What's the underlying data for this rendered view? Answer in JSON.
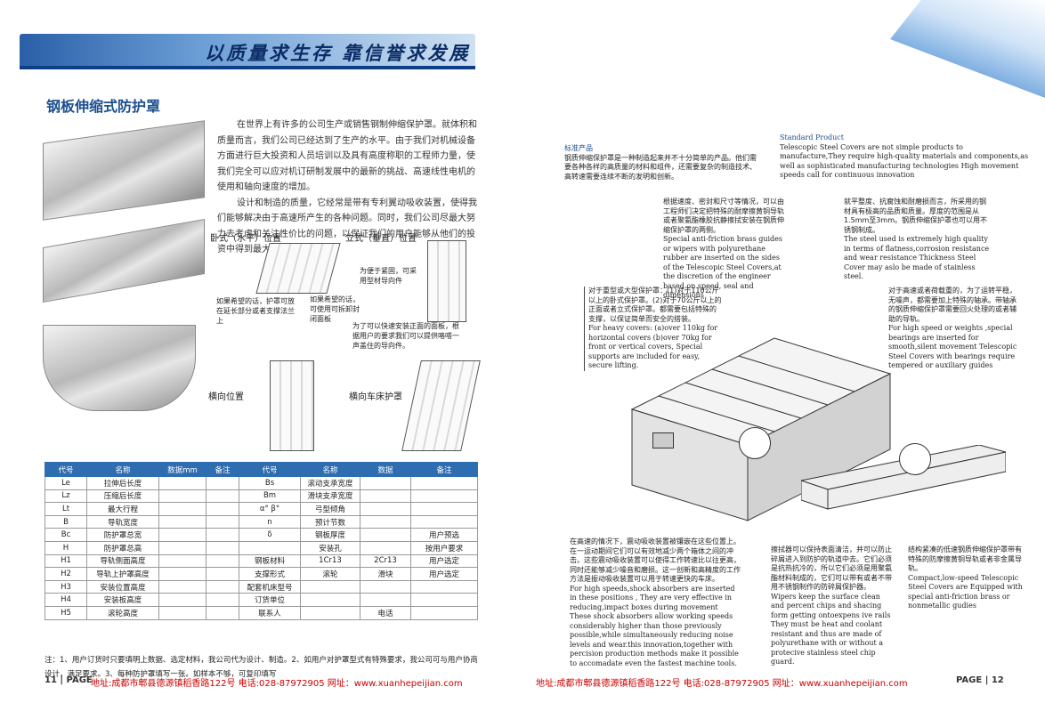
{
  "banner": {
    "slogan": "以质量求生存 靠信誉求发展"
  },
  "left": {
    "title": "钢板伸缩式防护罩",
    "intro_p1": "在世界上有许多的公司生产或销售钢制伸缩保护罩。就体积和质量而言，我们公司已经达到了生产的水平。由于我们对机械设备方面进行巨大投资和人员培训以及具有高度称职的工程师力量，使我们完全可以应对机订研制发展中的最新的挑战、高速线性电机的使用和轴向速度的增加。",
    "intro_p2": "设计和制造的质量，它经常是带有专利翼动吸收装置，使得我们能够解决由于高速所产生的各种问题。同时，我们公司尽最大努力去考虑和关注性价比的问题，以保证我们的用户能够从他们的投资中得到最大的受益和回报。",
    "labels": {
      "horizontal": "卧式（水平）位置",
      "vertical": "立式（垂直）位置",
      "lateral": "横向位置",
      "lathe": "横向车床护罩"
    },
    "notes": {
      "n1": "如果希望的话，护罩可放在延长部分或者支撑法兰上",
      "n2": "如果希望的话，可使用可拆卸封闭面板",
      "n3": "为便于紧固，可采用型材导向件",
      "n4": "为了可以快速安装正面的面板，根据用户的要求我们可以提供咯嗒一声盖住的导向件。"
    }
  },
  "table": {
    "headers": [
      "代号",
      "名称",
      "数据mm",
      "备注",
      "代号",
      "名称",
      "数据",
      "备注"
    ],
    "rows": [
      [
        "Le",
        "拉伸后长度",
        "",
        "",
        "Bs",
        "滚动支承宽度",
        "",
        ""
      ],
      [
        "Lz",
        "压缩后长度",
        "",
        "",
        "Bm",
        "滑块支承宽度",
        "",
        ""
      ],
      [
        "Lt",
        "最大行程",
        "",
        "",
        "α° β°",
        "弓型倾角",
        "",
        ""
      ],
      [
        "B",
        "导轨宽度",
        "",
        "",
        "n",
        "预计节数",
        "",
        ""
      ],
      [
        "Bc",
        "防护罩总宽",
        "",
        "",
        "δ",
        "钢板厚度",
        "",
        "用户预选"
      ],
      [
        "H",
        "防护罩总高",
        "",
        "",
        "",
        "安装孔",
        "",
        "按用户要求"
      ],
      [
        "H1",
        "导轨侧面高度",
        "",
        "",
        "钢板材料",
        "1Cr13",
        "2Cr13",
        "用户选定"
      ],
      [
        "H2",
        "导轨上护罩高度",
        "",
        "",
        "支撑形式",
        "滚轮",
        "滑块",
        "用户选定"
      ],
      [
        "H3",
        "安装位置高度",
        "",
        "",
        "配套机床型号",
        "",
        "",
        ""
      ],
      [
        "H4",
        "安装板高度",
        "",
        "",
        "订货单位",
        "",
        "",
        ""
      ],
      [
        "H5",
        "滚轮高度",
        "",
        "",
        "联系人",
        "",
        "电话",
        ""
      ]
    ],
    "note": "注：1、用户订货时只要填明上数据、选定材料，我公司代为设计、制造。2、如用户对护罩型式有特殊要求，我公司可与用户协商设计，满足要求。3、每种防护罩填写一张。如样本不够，可复印填写"
  },
  "footer": {
    "left_page": "11",
    "left_page_label": "PAGE",
    "address": "地址:成都市郫县德源镇稻香路122号 电话:028-87972905 网址：www.xuanhepeijian.com",
    "right_page_label": "PAGE",
    "right_page": "12"
  },
  "right": {
    "std_cn_head": "标准产品",
    "std_cn": "钢质伸缩保护罩是一种制造起来并不十分简单的产品。他们需要各种各样的高质量的材料和组件，还需要复杂的制造技术、高转速需要连续不断的发明和创新。",
    "std_en_head": "Standard Product",
    "std_en": "Telescopic Steel Covers are not simple products to manufacture,They require high-quality materials and components,as well as sophisticated manufacturing technologies High movement speeds call for continuous innovation",
    "c1_cn": "根据速度、密封和尺寸等情况，可以由工程师们决定把特殊的耐摩擦黄铜导轨或者聚氨酯橡胶抗静擦拭安装在钢质伸缩保护罩的两侧。",
    "c1_en": "Special anti-friction brass guides or wipers with polyurethane rubber are inserted on the sides of the Telescopic Steel Covers,at the discretion of the engineer based on speed, seal and dimensions",
    "c2_cn": "就平整度、抗腐蚀和耐磨损而言，所采用的钢材具有极高的品质和质量。厚度的范围是从1.5mm至3mm。钢质伸缩保护罩也可以用不锈钢制成。",
    "c2_en": "The steel used is extremely high quality in terms of flatness,corrosion resistance and wear resistance Thickness Steel Cover may aslo be made of stainless steel.",
    "c3_cn": "对于重型或大型保护罩：(1)对于110公斤以上的卧式保护罩。(2)对于70公斤以上的正面或者立式保护罩。都需要包括特殊的支撑，以保证简单而安全的搭装。",
    "c3_en": "For heavy covers: (a)over 110kg for horizontal covers (b)over 70kg for front or vertical covers, Special supports are included for easy, secure lifting.",
    "c4_cn": "对于高速或者荷载重的，为了运转平稳，无噪声，都需要加上特殊的轴承。带轴承的钢质伸缩保护罩需要回火处理的或者辅助的导轨。",
    "c4_en": "For high speed or weights ,special bearings are inserted for smooth,silent movement Telescopic Steel Covers with bearings require tempered or auxiliary guides",
    "c5_cn": "在高速的情况下，震动吸收装置被镶嵌在这些位置上。在一运动期间它们可以有效地减少两个箱体之间的冲击。这些震动吸收装置可以使得工作转速比以往更高，同时还能够减少噪音和磨损。这一创新和高精度的工作方法是振动吸收装置可以用于转速更快的车床。",
    "c5_en": "For high speeds,shock absorbers are inserted in these positions , They are very effective in reducing,impact boxes during movement These shock absorbers allow working speeds considerably higher than those previously possible,while simultaneously reducing noise levels and wear.this innovation,together with percision production methods make it possible to accomadate even the fastest machine tools.",
    "c6_cn": "擦拭器可以保持表面清洁，并可以防止碎屑进入到防护的轨道中去。它们必须是抗热抗冷的，所以它们必须是用聚氨酯材料制成的，它们可以带有或者不带用不锈钢制作的防碎屑保护器。",
    "c6_en": "Wipers keep the surface clean and percent chips and shacing form getting ontoexpens ive rails They must be heat and coolant resistant and thus are made of polyurethane with or without a protecive stainless steel chip guard.",
    "c7_cn": "结构紧凑的低速钢质伸缩保护罩带有特殊的防摩擦黄铜导轨或者非金属导轨。",
    "c7_en": "Compact,low-speed Telescopic Steel Covers are Equipped with special anti-friction brass or nonmetallic gudies"
  }
}
